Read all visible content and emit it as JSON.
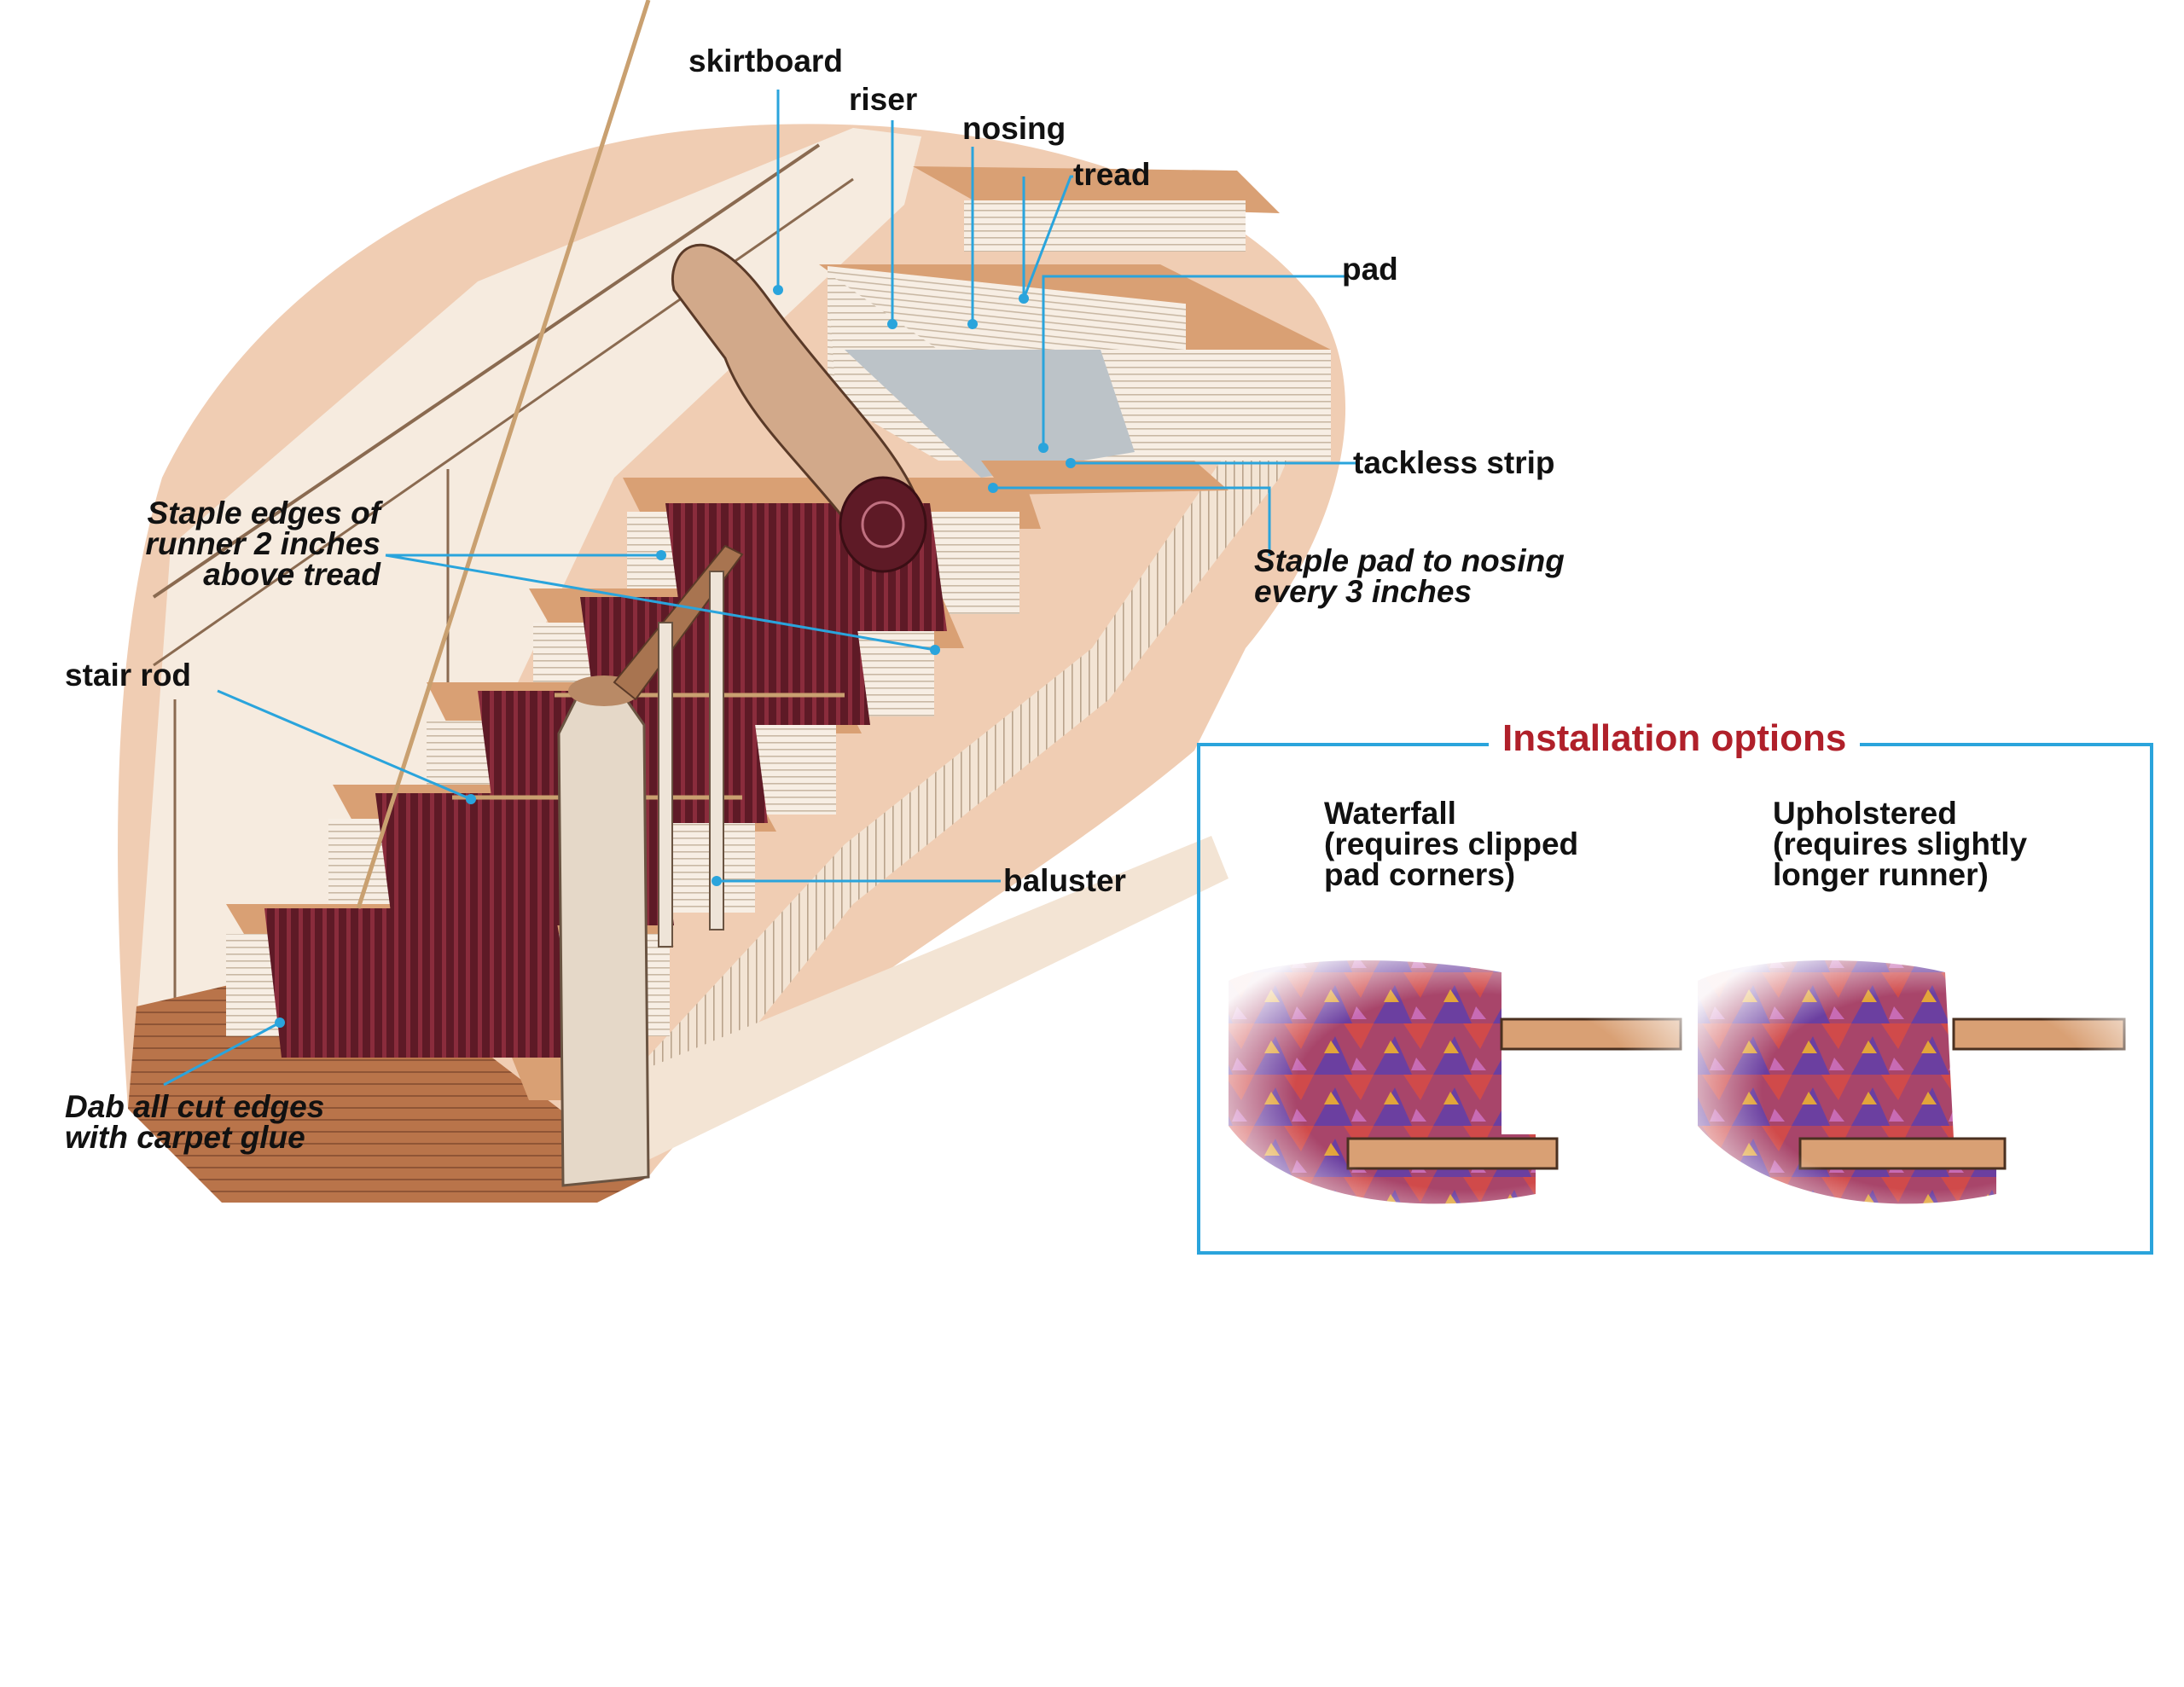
{
  "labels": {
    "skirtboard": "skirtboard",
    "riser": "riser",
    "nosing": "nosing",
    "tread": "tread",
    "pad": "pad",
    "tackless_strip": "tackless strip",
    "staple_pad": "Staple pad to nosing\nevery 3 inches",
    "staple_edges": "Staple edges of\nrunner 2 inches\nabove tread",
    "stair_rod": "stair rod",
    "baluster": "baluster",
    "dab_glue": "Dab all cut edges\nwith carpet glue"
  },
  "installation_options": {
    "title": "Installation options",
    "waterfall": "Waterfall\n(requires clipped\npad corners)",
    "upholstered": "Upholstered\n(requires slightly\nlonger runner)"
  },
  "colors": {
    "leader_line": "#2aa4dc",
    "runner": "#5e1a26",
    "runner_stripe": "#8a2c3c",
    "tread_wood": "#d9a074",
    "background_wash": "#f0cdb3",
    "title_red": "#b0202a"
  }
}
